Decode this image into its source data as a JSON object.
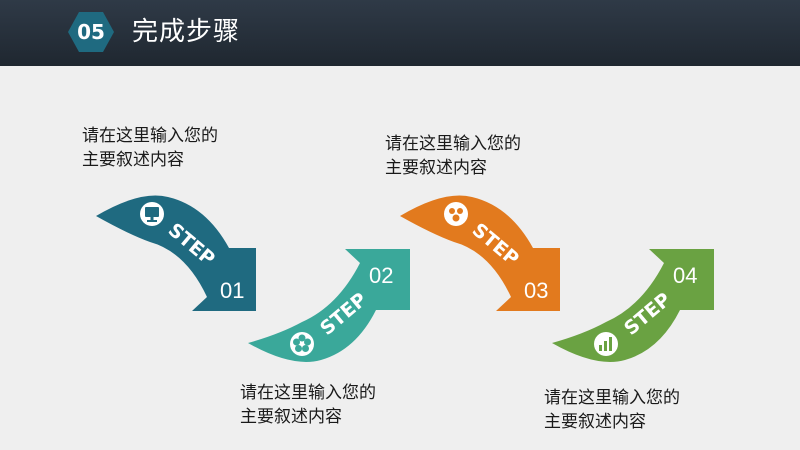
{
  "header": {
    "number": "05",
    "title": "完成步骤"
  },
  "captions": [
    {
      "line1": "请在这里输入您的",
      "line2": "主要叙述内容"
    },
    {
      "line1": "请在这里输入您的",
      "line2": "主要叙述内容"
    },
    {
      "line1": "请在这里输入您的",
      "line2": "主要叙述内容"
    },
    {
      "line1": "请在这里输入您的",
      "line2": "主要叙述内容"
    }
  ],
  "steps": [
    {
      "label": "STEP",
      "number": "01",
      "color": "#1f6a80",
      "icon": "monitor-icon"
    },
    {
      "label": "STEP",
      "number": "02",
      "color": "#3aa89a",
      "icon": "flower-icon"
    },
    {
      "label": "STEP",
      "number": "03",
      "color": "#e27a1e",
      "icon": "group-icon"
    },
    {
      "label": "STEP",
      "number": "04",
      "color": "#6aa242",
      "icon": "bar-chart-icon"
    }
  ],
  "colors": {
    "header_bg": "#27313c",
    "hex_badge": "#1f6a80",
    "background": "#efefef"
  }
}
